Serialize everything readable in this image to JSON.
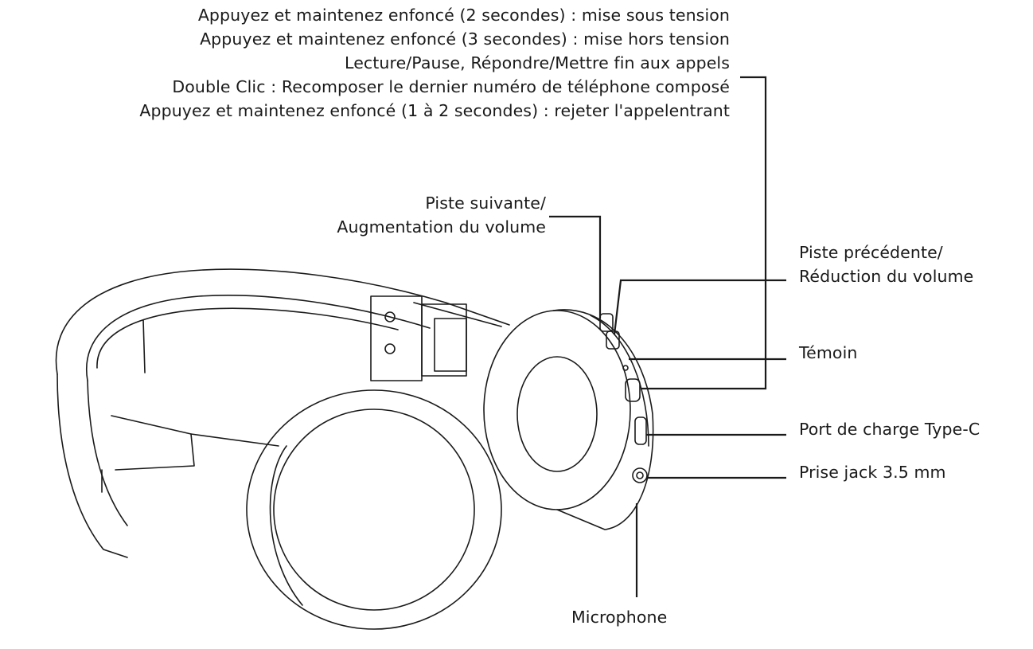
{
  "labels": {
    "power_on": "Appuyez et maintenez enfoncé (2 secondes) : mise sous tension",
    "power_off": "Appuyez et maintenez enfoncé (3 secondes) : mise hors tension",
    "play_pause": "Lecture/Pause, Répondre/Mettre fin aux appels",
    "redial": "Double Clic : Recomposer le dernier numéro de téléphone composé",
    "reject": "Appuyez et maintenez enfoncé (1 à 2 secondes) : rejeter l'appelentrant",
    "next_track_line1": "Piste suivante/",
    "next_track_line2": "Augmentation du volume",
    "prev_track_line1": "Piste précédente/",
    "prev_track_line2": "Réduction du volume",
    "indicator": "Témoin",
    "usb_c": "Port de charge Type-C",
    "jack": "Prise jack 3.5 mm",
    "microphone": "Microphone"
  },
  "colors": {
    "line": "#1a1a1a",
    "background": "#ffffff"
  },
  "icons": {
    "headphones": "headphones-illustration"
  }
}
